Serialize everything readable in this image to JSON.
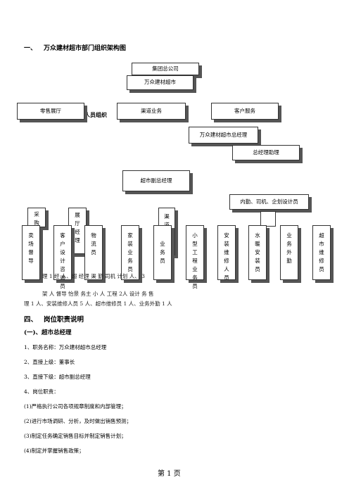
{
  "heading1": {
    "num": "一、",
    "text": "万众建材超市部门组织架构图"
  },
  "chart": {
    "group": "集团总公司",
    "store": "万众建材超市",
    "retail": "零售展厅",
    "overlap_fragment": "人员组织",
    "channel": "渠道业务",
    "customer": "客户服务",
    "gm": "万众建材超市总经理",
    "assistant": "总经理助理",
    "deputy": "超市副总经理",
    "support": "内勤、司机、企划设计员",
    "purchase": "采购",
    "hall_mgr": "展厅经理",
    "channel_mgr": "渠道经理",
    "row": [
      "卖场督导",
      "客户设计咨询员",
      "物流员",
      "家装业务员",
      "业务员",
      "小型工程业务员",
      "安装维修人员",
      "水暖安装员",
      "业务外勤",
      "超市维修员"
    ]
  },
  "under": {
    "line1": "理    1    经    人、超    经理    渠    勤    司机    计划    人、   3",
    "line2": "架    人    督导    怡景    务主    小    人    工程    2人    设计    务    售",
    "line3": "理 1 人、安装维修人员 5 人、超市维修员 1 人、业务外勤 1 人"
  },
  "section": {
    "num": "四、",
    "text": "岗位职责说明"
  },
  "subsection": "(一)、超市总经理",
  "items": [
    "1、职务名称：万众建材超市总经理",
    "2、直接上级：董事长",
    "3、直接下级：超市副总经理",
    "4、岗位职责："
  ],
  "duties": [
    "(1)严格执行公司各项规章制度和内部管理；",
    "(2)进行市场调研、分析，及时做出销售预测；",
    "(3)制定任务确定销售目标并制定销售计划；",
    "(4)制定并掌握销售政策；"
  ],
  "footer": "第 1 页"
}
